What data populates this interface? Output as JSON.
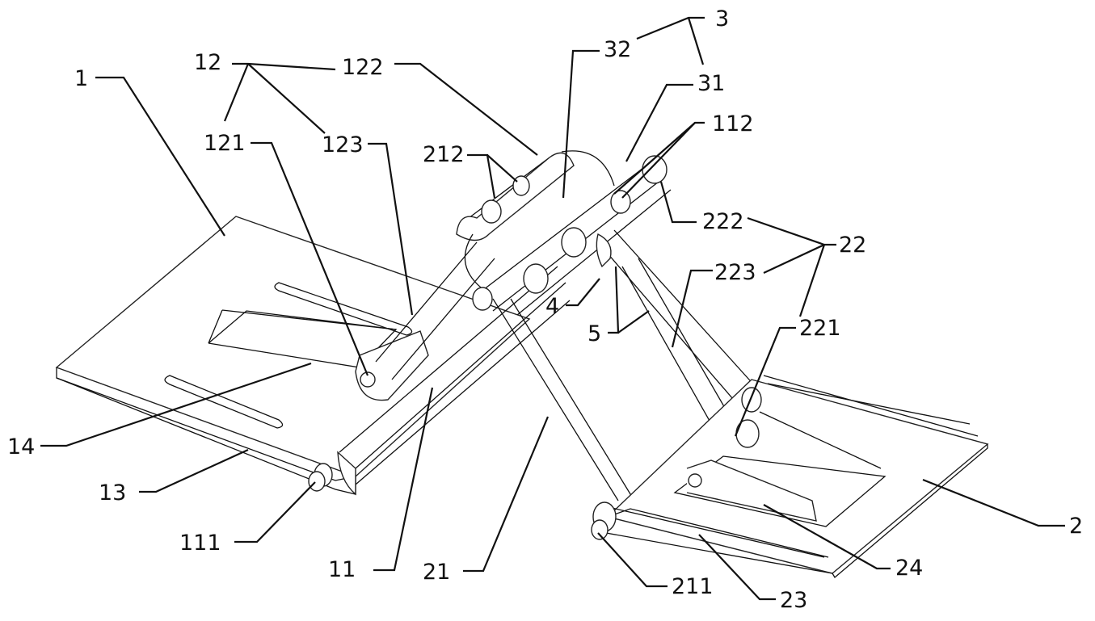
{
  "figure": {
    "labels": [
      {
        "id": "1",
        "text": "1"
      },
      {
        "id": "12",
        "text": "12"
      },
      {
        "id": "122",
        "text": "122"
      },
      {
        "id": "121",
        "text": "121"
      },
      {
        "id": "123",
        "text": "123"
      },
      {
        "id": "212",
        "text": "212"
      },
      {
        "id": "32",
        "text": "32"
      },
      {
        "id": "3",
        "text": "3"
      },
      {
        "id": "31",
        "text": "31"
      },
      {
        "id": "112",
        "text": "112"
      },
      {
        "id": "222",
        "text": "222"
      },
      {
        "id": "22",
        "text": "22"
      },
      {
        "id": "223",
        "text": "223"
      },
      {
        "id": "221",
        "text": "221"
      },
      {
        "id": "4",
        "text": "4"
      },
      {
        "id": "5",
        "text": "5"
      },
      {
        "id": "14",
        "text": "14"
      },
      {
        "id": "13",
        "text": "13"
      },
      {
        "id": "111",
        "text": "111"
      },
      {
        "id": "11",
        "text": "11"
      },
      {
        "id": "21",
        "text": "21"
      },
      {
        "id": "2",
        "text": "2"
      },
      {
        "id": "24",
        "text": "24"
      },
      {
        "id": "211",
        "text": "211"
      },
      {
        "id": "23",
        "text": "23"
      }
    ]
  }
}
